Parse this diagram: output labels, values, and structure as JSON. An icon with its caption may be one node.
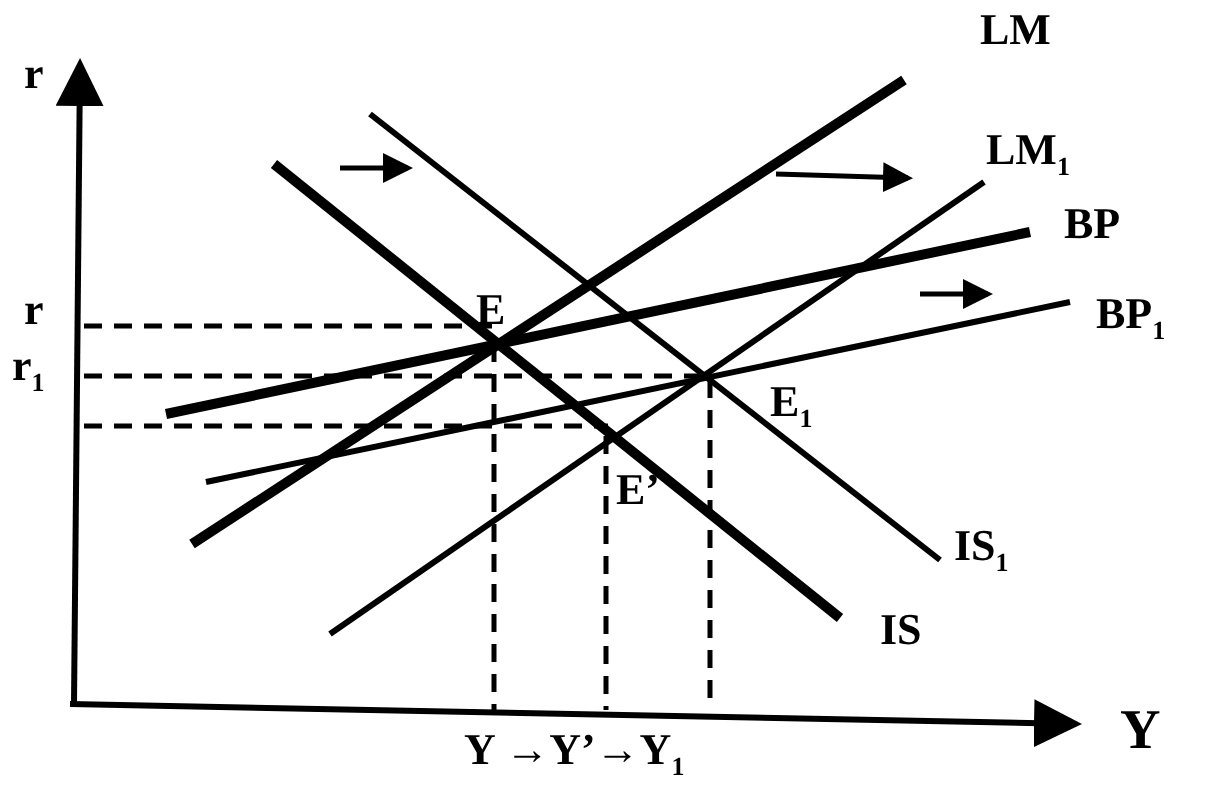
{
  "diagram": {
    "labels": [
      "r",
      "LM",
      "LM$_{1}$",
      "BP",
      "r",
      "E",
      "BP$_{1}$",
      "r$_{1}$",
      "E$_{1}$",
      "E’",
      "IS$_{1}$",
      "IS",
      "Y",
      "Y →Y’→Y$_{1}$"
    ]
  }
}
